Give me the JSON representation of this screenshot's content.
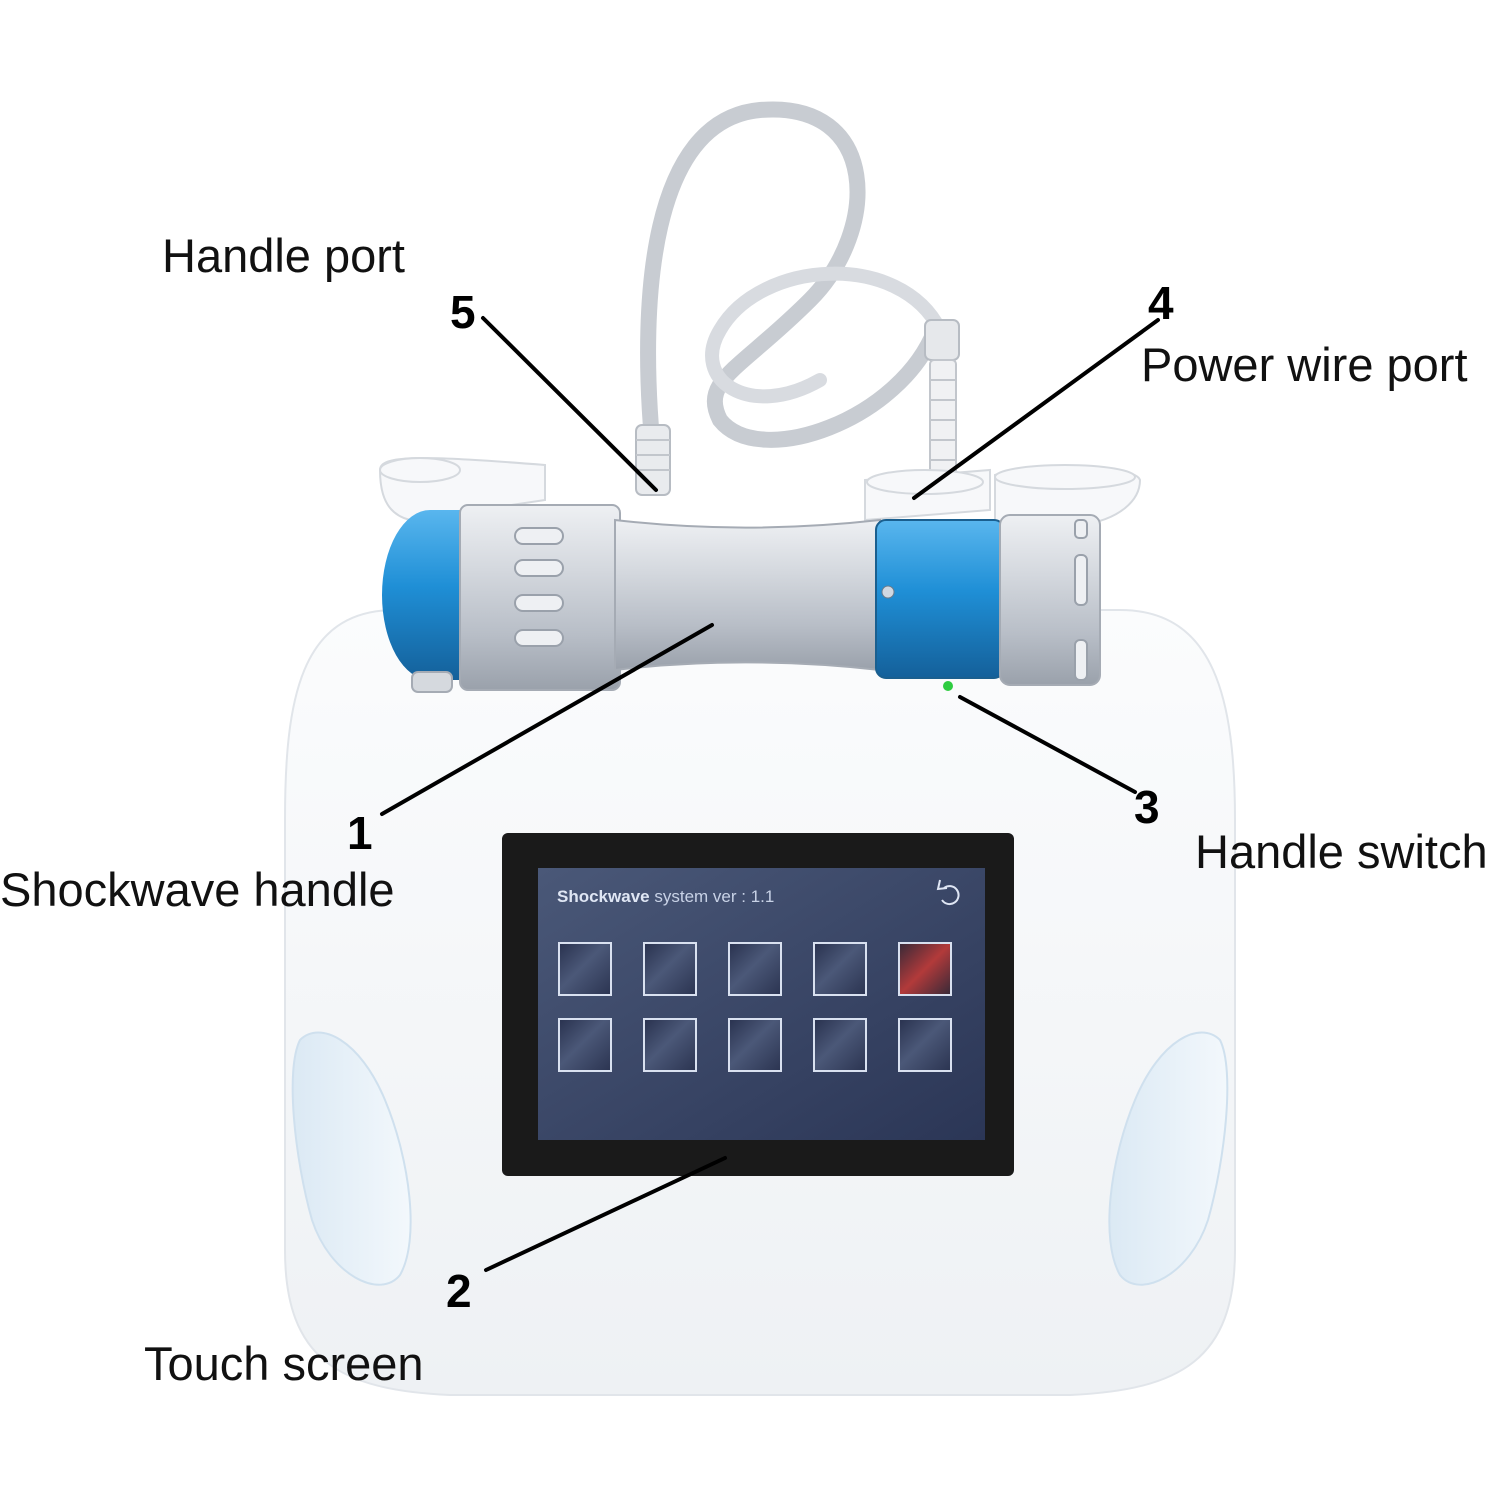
{
  "callouts": [
    {
      "number": "1",
      "label": "Shockwave handle"
    },
    {
      "number": "2",
      "label": "Touch screen"
    },
    {
      "number": "3",
      "label": "Handle switch"
    },
    {
      "number": "4",
      "label": "Power wire port"
    },
    {
      "number": "5",
      "label": "Handle port"
    }
  ],
  "screen": {
    "title_bold": "Shockwave",
    "title_rest": "system ver : 1.1",
    "back_icon": "back-arrow-icon",
    "tile_count": 10
  },
  "colors": {
    "device_body": "#f4f6f8",
    "handle_silver": "#c9ced6",
    "handle_blue": "#1f8fd6",
    "screen_bezel": "#1a1a1a",
    "screen_panel": "#3a4666",
    "indicator_led": "#2ecc40"
  }
}
